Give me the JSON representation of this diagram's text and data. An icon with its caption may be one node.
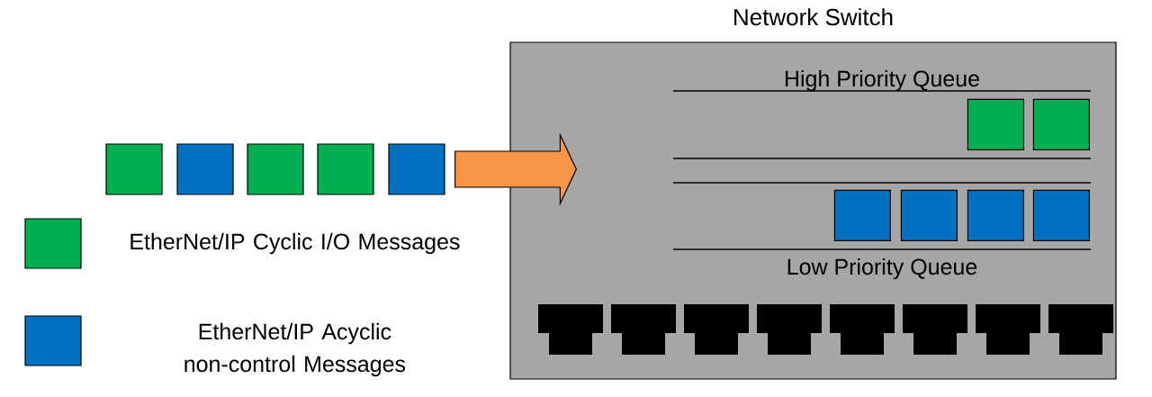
{
  "diagram": {
    "nodes": [
      {
        "text": [
          "Network Switch"
        ]
      },
      {
        "text": [],
        "shape": "box",
        "in": 0
      },
      {
        "text": [],
        "shape": "box",
        "in": 0
      },
      {
        "text": [],
        "shape": "box",
        "in": 0
      },
      {
        "text": [],
        "shape": "box",
        "in": 0
      },
      {
        "text": [],
        "shape": "box",
        "in": 0
      },
      {
        "text": [],
        "shape": "box",
        "in": 0
      },
      {
        "text": [],
        "shape": "box"
      },
      {
        "text": [],
        "shape": "box"
      },
      {
        "text": [],
        "shape": "box"
      },
      {
        "text": [],
        "shape": "box"
      },
      {
        "text": [],
        "shape": "box"
      }
    ],
    "edges": [
      {
        "from": 11,
        "to": 0,
        "arrow": "to",
        "style": "thick",
        "color": "#f79646"
      }
    ],
    "labels": [
      "High Priority Queue",
      "Low Priority Queue"
    ],
    "legend": [
      {
        "text": "EtherNet/IP Cyclic I/O Messages",
        "color": "#00b050"
      },
      {
        "text": "EtherNet/IP Acyclic non-control Messages",
        "color": "#0070c0"
      }
    ]
  }
}
